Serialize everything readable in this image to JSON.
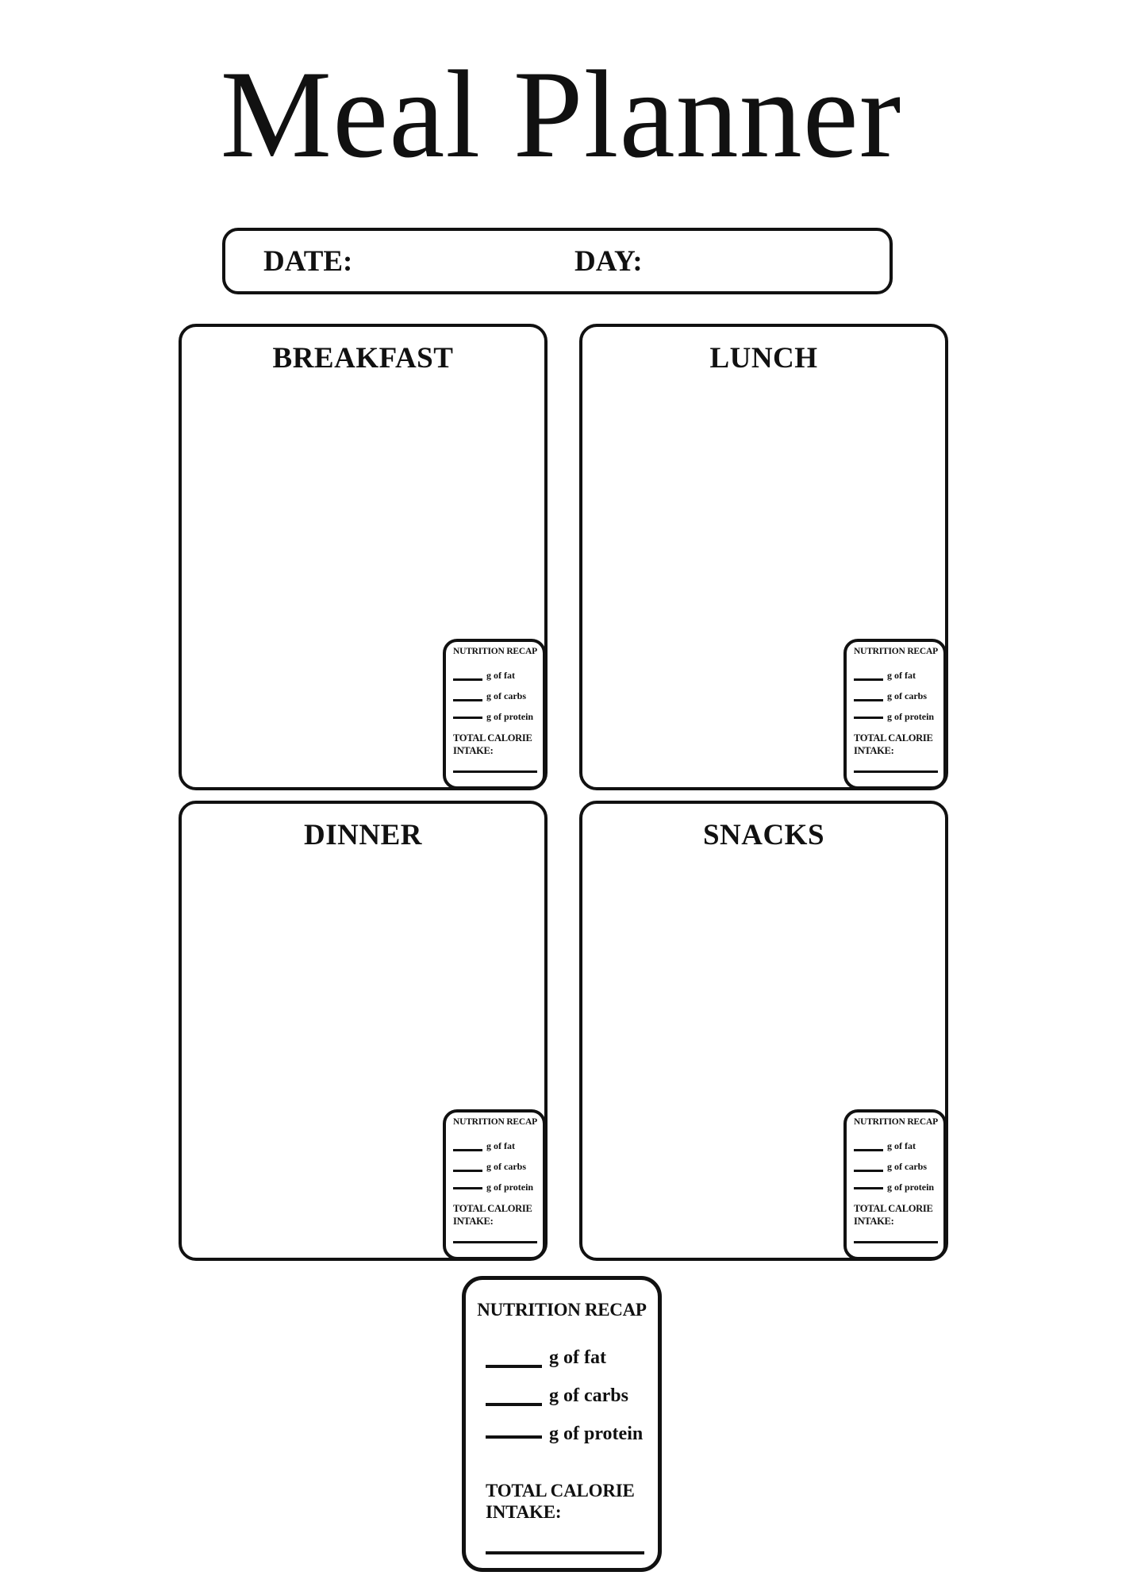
{
  "title": "Meal Planner",
  "date_bar": {
    "date_label": "DATE:",
    "day_label": "DAY:"
  },
  "meals": [
    {
      "title": "BREAKFAST"
    },
    {
      "title": "LUNCH"
    },
    {
      "title": "DINNER"
    },
    {
      "title": "SNACKS"
    }
  ],
  "recap": {
    "title": "NUTRITION RECAP",
    "fat_label": "g of fat",
    "carbs_label": "g of carbs",
    "protein_label": "g of protein",
    "total_label": "TOTAL CALORIE INTAKE:"
  },
  "colors": {
    "ink": "#111111",
    "background": "#ffffff"
  }
}
